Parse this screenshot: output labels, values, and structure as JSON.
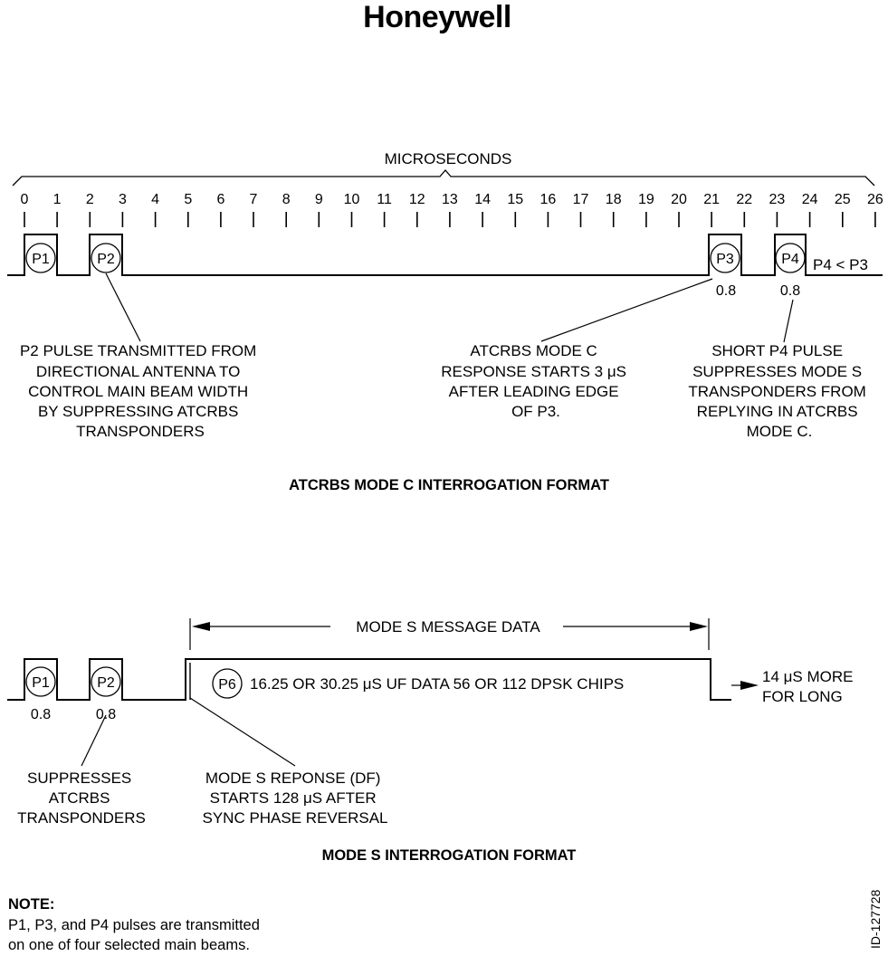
{
  "brand": "Honeywell",
  "top": {
    "axis_label": "MICROSECONDS",
    "ticks": [
      "0",
      "1",
      "2",
      "3",
      "4",
      "5",
      "6",
      "7",
      "8",
      "9",
      "10",
      "11",
      "12",
      "13",
      "14",
      "15",
      "16",
      "17",
      "18",
      "19",
      "20",
      "21",
      "22",
      "23",
      "24",
      "25",
      "26"
    ],
    "pulses": {
      "p1": "P1",
      "p2": "P2",
      "p3": "P3",
      "p4": "P4",
      "p3_width": "0.8",
      "p4_width": "0.8",
      "p4_relation": "P4 < P3"
    },
    "annotations": {
      "p2": [
        "P2 PULSE TRANSMITTED FROM",
        "DIRECTIONAL ANTENNA TO",
        "CONTROL MAIN BEAM WIDTH",
        "BY SUPPRESSING ATCRBS",
        "TRANSPONDERS"
      ],
      "p3": [
        "ATCRBS MODE C",
        "RESPONSE STARTS 3 μS",
        "AFTER LEADING EDGE",
        "OF P3."
      ],
      "p4": [
        "SHORT P4 PULSE",
        "SUPPRESSES MODE S",
        "TRANSPONDERS FROM",
        "REPLYING IN ATCRBS",
        "MODE C."
      ]
    },
    "title": "ATCRBS MODE C INTERROGATION FORMAT"
  },
  "bottom": {
    "message_label": "MODE S MESSAGE DATA",
    "pulses": {
      "p1": "P1",
      "p2": "P2",
      "p1_width": "0.8",
      "p2_width": "0.8",
      "p6": "P6",
      "p6_text": "16.25 OR 30.25  μS  UF DATA 56 OR 112 DPSK CHIPS"
    },
    "extra": [
      "14 μS MORE",
      "FOR LONG"
    ],
    "annotations": {
      "suppress": [
        "SUPPRESSES",
        "ATCRBS",
        "TRANSPONDERS"
      ],
      "response": [
        "MODE S REPONSE (DF)",
        "STARTS 128 μS AFTER",
        "SYNC PHASE REVERSAL"
      ]
    },
    "title": "MODE S INTERROGATION FORMAT"
  },
  "note": {
    "heading": "NOTE:",
    "lines": [
      "P1, P3, and P4 pulses are transmitted",
      "on one of four selected main beams."
    ]
  },
  "figure_id": "ID-127728"
}
